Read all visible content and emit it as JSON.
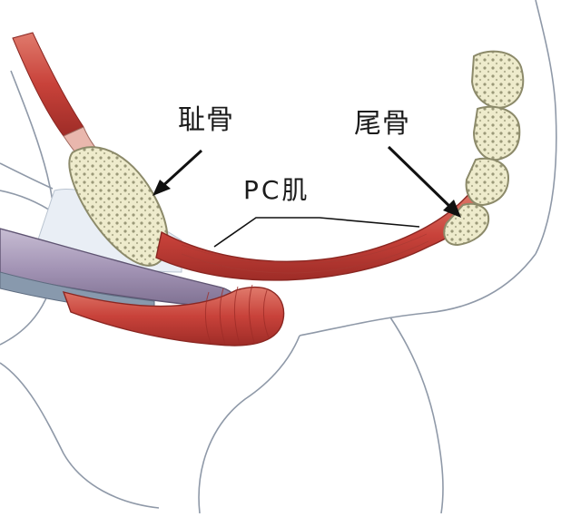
{
  "labels": {
    "pubic_bone": "耻骨",
    "coccyx": "尾骨",
    "pc_muscle": "PC肌"
  },
  "colors": {
    "muscle_red": "#c8423a",
    "muscle_highlight": "#e8907f",
    "bone_cream": "#eeebcc",
    "bone_outline": "#8c8a6a",
    "shaft_purple": "#a89bb8",
    "skin_line": "#8f99a8",
    "tissue_blue": "#e9eef5"
  }
}
